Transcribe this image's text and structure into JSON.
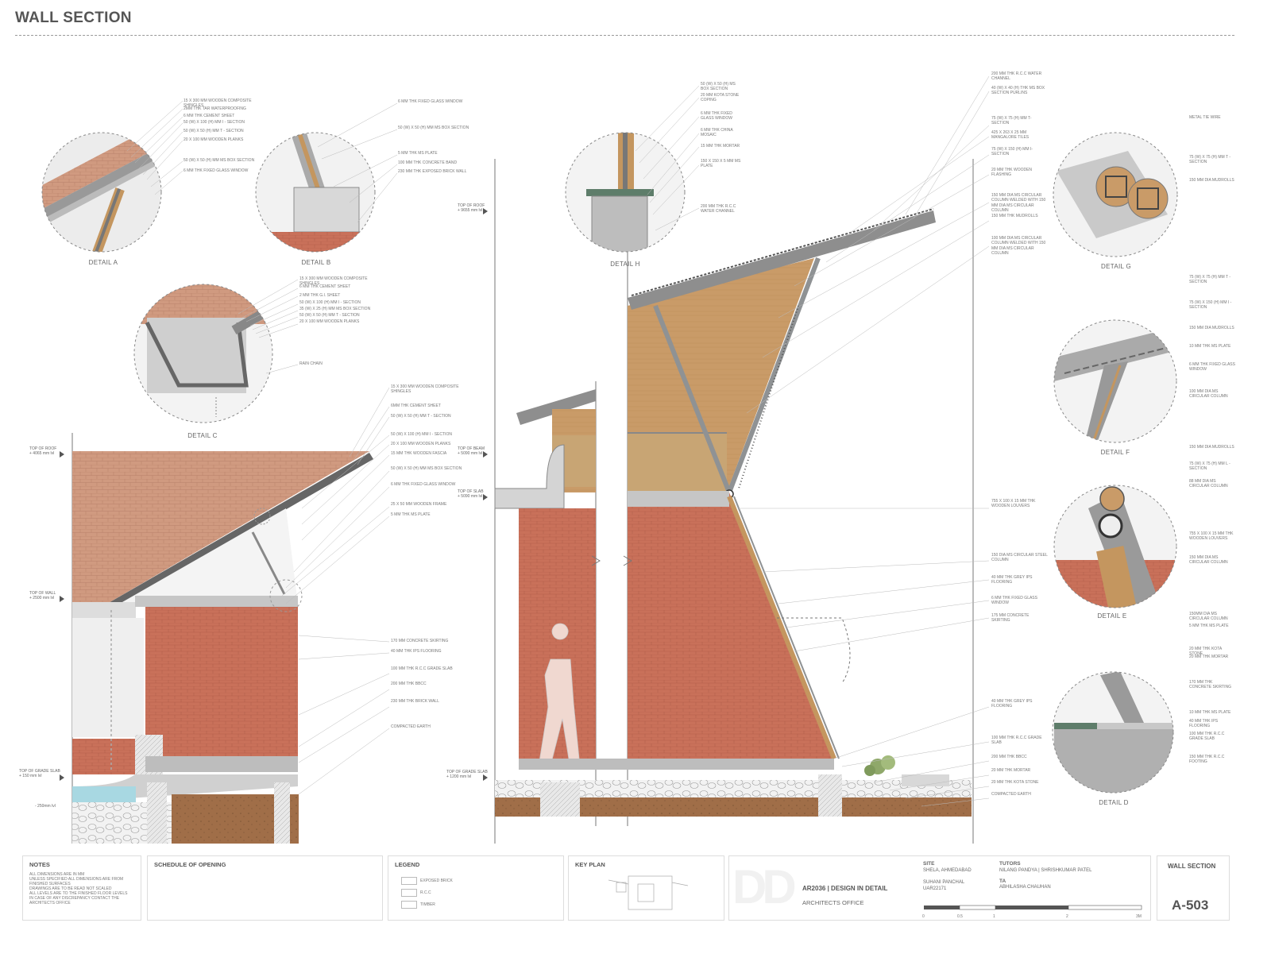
{
  "sheet": {
    "title": "WALL SECTION",
    "number": "A-503",
    "sheet_name": "WALL SECTION"
  },
  "details": [
    {
      "id": "a",
      "label": "DETAIL A"
    },
    {
      "id": "b",
      "label": "DETAIL B"
    },
    {
      "id": "c",
      "label": "DETAIL C"
    },
    {
      "id": "h",
      "label": "DETAIL H"
    },
    {
      "id": "g",
      "label": "DETAIL G"
    },
    {
      "id": "f",
      "label": "DETAIL F"
    },
    {
      "id": "e",
      "label": "DETAIL E"
    },
    {
      "id": "d",
      "label": "DETAIL D"
    }
  ],
  "annotations": {
    "detail_a": [
      "15 X 300 MM WOODEN COMPOSITE SHINGLES",
      "2MM THK TAR WATERPROOFING",
      "6 MM THK CEMENT SHEET",
      "50 (W) X 100 (H) MM I - SECTION",
      "50 (W) X 50 (H) MM T - SECTION",
      "20 X 100 MM WOODEN PLANKS",
      "50 (W) X 50 (H) MM MS BOX SECTION",
      "6 MM THK FIXED GLASS WINDOW"
    ],
    "detail_b": [
      "6 MM THK FIXED GLASS WINDOW",
      "50 (W) X 50 (H) MM MS BOX SECTION",
      "5 MM THK MS PLATE",
      "100 MM THK CONCRETE BAND",
      "230 MM THK EXPOSED BRICK WALL"
    ],
    "detail_c": [
      "15 X 300 MM WOODEN COMPOSITE SHINGLES",
      "6 MM THK CEMENT SHEET",
      "2 MM THK G.I. SHEET",
      "50 (W) X 100 (H) MM I - SECTION",
      "35 (W) X 25 (H) MM MS BOX SECTION",
      "50 (W) X 50 (H) MM T - SECTION",
      "20 X 100 MM WOODEN PLANKS",
      "RAIN CHAIN"
    ],
    "section_left": [
      "15 X 300 MM WOODEN COMPOSITE SHINGLES",
      "6MM THK CEMENT SHEET",
      "50 (W) X 50 (H) MM T - SECTION",
      "50 (W) X 100 (H) MM I - SECTION",
      "20 X 100 MM WOODEN PLANKS",
      "15 MM THK WOODEN FASCIA",
      "50 (W) X 50 (H) MM MS BOX SECTION",
      "6 MM THK FIXED GLASS WINDOW",
      "25 X 50 MM WOODEN FRAME",
      "5 MM THK MS PLATE",
      "170 MM CONCRETE SKIRTING",
      "40 MM THK IPS FLOORING",
      "100 MM THK R.C.C GRADE SLAB",
      "200 MM THK BBCC",
      "230 MM THK BRICK WALL",
      "COMPACTED EARTH"
    ],
    "detail_h": [
      "50 (W) X 50 (H) MS BOX SECTION",
      "20 MM KOTA STONE COPING",
      "6 MM THK FIXED GLASS WINDOW",
      "6 MM THK CHINA MOSAIC",
      "15 MM THK MORTAR",
      "150 X 150 X 5 MM MS PLATE",
      "200 MM THK R.C.C WATER CHANNEL"
    ],
    "section_right": [
      "200 MM THK R.C.C WATER CHANNEL",
      "40 (W) X 40 (H) THK MS BOX SECTION PURLINS",
      "75 (W) X 75 (H) MM T-SECTION",
      "425 X 263 X 25 MM MANGALORE TILES",
      "75 (W) X 150 (H) MM I-SECTION",
      "20 MM THK WOODEN FLASHING",
      "150 MM DIA MS CIRCULAR COLUMN WELDED WITH 150 MM DIA MS CIRCULAR COLUMN",
      "150 MM THK MUDROLLS",
      "100 MM DIA MS CIRCULAR COLUMN WELDED WITH 150 MM DIA MS CIRCULAR COLUMN",
      "755 X 100 X 15 MM THK WOODEN LOUVERS",
      "150 DIA MS CIRCULAR STEEL COLUMN",
      "40 MM THK GREY IPS FLOORING",
      "6 MM THK FIXED GLASS WINDOW",
      "175 MM CONCRETE SKIRTING",
      "40 MM THK GREY IPS FLOORING",
      "100 MM THK R.C.C GRADE SLAB",
      "200 MM THK BBCC",
      "20 MM THK MORTAR",
      "20 MM THK KOTA STONE",
      "COMPACTED EARTH"
    ],
    "detail_g": [
      "METAL TIE WIRE",
      "75 (W) X 75 (H) MM T - SECTION",
      "150 MM DIA MUDROLLS"
    ],
    "detail_f": [
      "75 (W) X 75 (H) MM T - SECTION",
      "75 (W) X 150 (H) MM I - SECTION",
      "150 MM DIA MUDROLLS",
      "10 MM THK MS PLATE",
      "6 MM THK FIXED GLASS WINDOW",
      "100 MM DIA MS CIRCULAR COLUMN"
    ],
    "detail_e": [
      "150 MM DIA MUDROLLS",
      "75 (W) X 75 (H) MM L - SECTION",
      "88 MM DIA MS CIRCULAR COLUMN",
      "755 X 100 X 15 MM THK WOODEN LOUVERS",
      "150 MM DIA MS CIRCULAR COLUMN"
    ],
    "detail_d": [
      "150MM DIA MS CIRCULAR COLUMN",
      "5 MM THK MS PLATE",
      "20 MM THK KOTA STONE",
      "20 MM THK MORTAR",
      "170 MM THK CONCRETE SKIRTING",
      "10 MM THK MS PLATE",
      "40 MM THK IPS FLOORING",
      "100 MM THK R.C.C GRADE SLAB",
      "150 MM THK R.C.C FOOTING"
    ]
  },
  "levels": {
    "left": [
      {
        "name": "TOP OF ROOF",
        "value": "+ 4065 mm lvl"
      },
      {
        "name": "TOP OF WALL",
        "value": "+ 2500 mm lvl"
      },
      {
        "name": "TOP OF GRADE SLAB",
        "value": "+ 150 mm lvl"
      },
      {
        "name": "",
        "value": "- 250mm lvl"
      }
    ],
    "right": [
      {
        "name": "TOP OF ROOF",
        "value": "+ 9655 mm lvl"
      },
      {
        "name": "TOP OF BEAM",
        "value": "+ 5090 mm lvl"
      },
      {
        "name": "TOP OF SLAB",
        "value": "+ 5090 mm lvl"
      },
      {
        "name": "TOP OF GRADE SLAB",
        "value": "+ 1200 mm lvl"
      }
    ]
  },
  "title_block": {
    "notes_head": "NOTES",
    "notes": [
      "ALL DIMENSIONS ARE IN MM",
      "UNLESS SPECIFIED ALL DIMENSIONS ARE FROM FINISHED SURFACES",
      "DRAWINGS ARE TO BE READ NOT SCALED",
      "ALL LEVELS ARE TO THE FINISHED FLOOR LEVELS",
      "IN CASE OF ANY DISCREPANCY CONTACT THE ARCHITECTS OFFICE"
    ],
    "schedule_head": "SCHEDULE OF OPENING",
    "legend_head": "LEGEND",
    "legend": [
      {
        "label": "EXPOSED BRICK",
        "color": "#c9715a"
      },
      {
        "label": "R.C.C",
        "color": "#bfbfbf"
      },
      {
        "label": "TIMBER",
        "color": "#c4965f"
      }
    ],
    "keyplan_head": "KEY PLAN",
    "logo": "DD",
    "course": "AR2036 | DESIGN IN DETAIL",
    "project": "ARCHITECTS OFFICE",
    "site_head": "SITE",
    "site": "SHELA, AHMEDABAD",
    "student": "SUHANI PANCHAL",
    "student_id": "UAR22171",
    "tutors_head": "TUTORS",
    "tutors": "NILANG PANDYA | SHRISHKUMAR PATEL",
    "ta_head": "TA",
    "ta": "ABHILASHA CHAUHAN",
    "scale": [
      "0",
      "0.5",
      "1",
      "2",
      "3M"
    ]
  },
  "colors": {
    "brick": "#c9715a",
    "shingle": "#cf9479",
    "concrete": "#c8c8c6",
    "steel": "#8f9294",
    "timber": "#c4965f",
    "earth": "#9a6a45",
    "water": "#a8d8e2"
  }
}
